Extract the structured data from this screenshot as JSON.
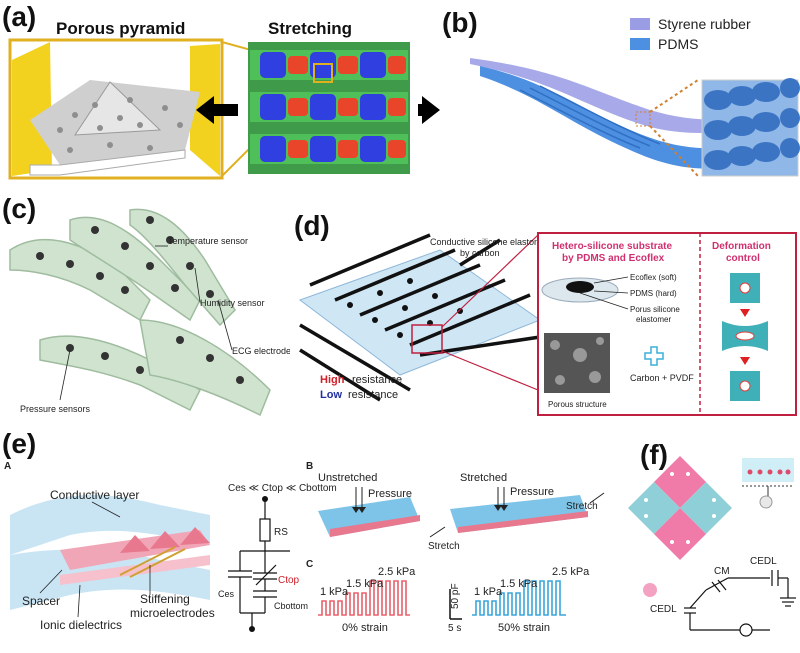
{
  "panel_a": {
    "label": "(a)",
    "porous_title": "Porous pyramid",
    "stretch_title": "Stretching"
  },
  "panel_b": {
    "label": "(b)",
    "legend": [
      {
        "name": "Styrene rubber",
        "color": "#9a9ce4"
      },
      {
        "name": "PDMS",
        "color": "#4d8fe0"
      }
    ]
  },
  "panel_c": {
    "label": "(c)",
    "callouts": [
      "Temperature sensor",
      "Humidity sensor",
      "ECG electrode",
      "Pressure sensors"
    ]
  },
  "panel_d": {
    "label": "(d)",
    "grid_label_line1": "Conductive silicone elastomer",
    "grid_label_line2": "by carbon",
    "high": "High",
    "low": "Low",
    "resistance": "resistance",
    "hetero_title_line1": "Hetero-silicone substrate",
    "hetero_title_line2": "by PDMS and Ecoflex",
    "ecoflex": "Ecoflex (soft)",
    "pdms": "PDMS (hard)",
    "porus_line1": "Porus silicone",
    "porus_line2": "elastomer",
    "carbon": "Carbon + PVDF",
    "porous_structure": "Porous structure",
    "deform_line1": "Deformation",
    "deform_line2": "control"
  },
  "panel_e": {
    "label": "(e)",
    "sub_a": "A",
    "sub_b": "B",
    "sub_c": "C",
    "conductive_layer": "Conductive layer",
    "spacer": "Spacer",
    "ionic": "Ionic dielectrics",
    "stiff_line1": "Stiffening",
    "stiff_line2": "microelectrodes",
    "cap_relation": "Ces ≪ Ctop ≪ Cbottom",
    "rs": "RS",
    "ces": "Ces",
    "ctop": "Ctop",
    "cbottom": "Cbottom",
    "unstretched": "Unstretched",
    "stretched": "Stretched",
    "pressure": "Pressure",
    "stretch": "Stretch",
    "p1": "1 kPa",
    "p2": "1.5 kPa",
    "p3": "2.5 kPa",
    "scale_pf": "50 pF",
    "scale_s": "5 s",
    "strain0": "0% strain",
    "strain50": "50% strain",
    "red": "#e8606a",
    "blue": "#3aa6dc"
  },
  "panel_f": {
    "label": "(f)",
    "cm": "CM",
    "cedl_top": "CEDL",
    "cedl_bottom": "CEDL"
  }
}
